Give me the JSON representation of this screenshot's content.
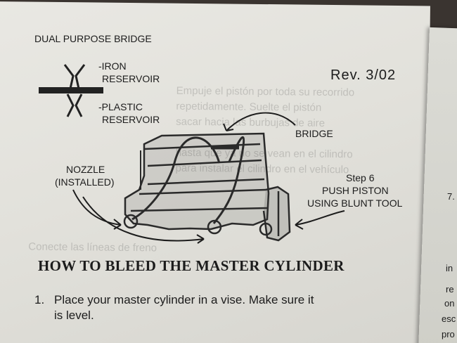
{
  "doc": {
    "title": "DUAL PURPOSE BRIDGE",
    "iron": "-IRON",
    "iron2": "RESERVOIR",
    "plastic": "-PLASTIC",
    "plastic2": "RESERVOIR",
    "rev": "Rev. 3/02",
    "bridge": "BRIDGE",
    "nozzle": "NOZZLE",
    "installed": "(INSTALLED)",
    "step": "Step 6",
    "push": "PUSH PISTON",
    "blunt": "USING BLUNT TOOL",
    "heading": "HOW TO BLEED THE MASTER CYLINDER",
    "step1_num": "1.",
    "step1_a": "Place your master cylinder in a vise.  Make sure it",
    "step1_b": "is level."
  },
  "right_page": {
    "num": "7.",
    "lines": [
      "in",
      "re",
      "on",
      "esc",
      "pro"
    ]
  }
}
